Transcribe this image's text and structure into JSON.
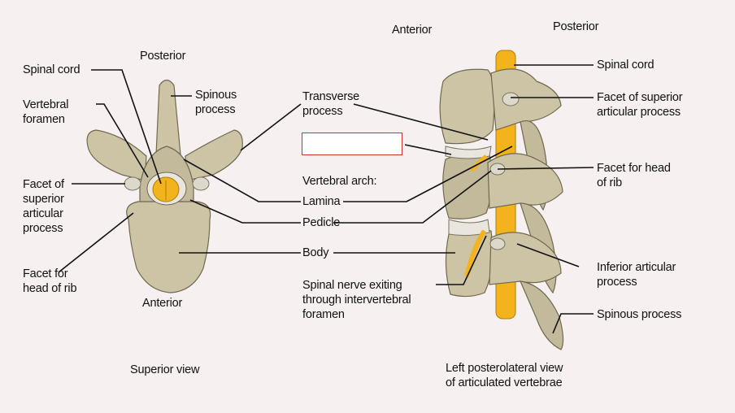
{
  "colors": {
    "bone": "#cdc4a6",
    "bone_shadow": "#a79e80",
    "spinal_cord": "#f2b31c",
    "answer_box_border": "#c9352d"
  },
  "superior_view": {
    "caption": "Superior view",
    "posterior": "Posterior",
    "anterior": "Anterior",
    "spinal_cord": "Spinal cord",
    "vertebral_foramen": [
      "Vertebral",
      "foramen"
    ],
    "spinous_process": [
      "Spinous",
      "process"
    ],
    "facet_superior_articular": [
      "Facet of",
      "superior",
      "articular",
      "process"
    ],
    "facet_head_rib": [
      "Facet for",
      "head of rib"
    ]
  },
  "center": {
    "anterior": "Anterior",
    "transverse_process": [
      "Transverse",
      "process"
    ],
    "answer_box": "",
    "vertebral_arch": "Vertebral arch:",
    "lamina": "Lamina",
    "pedicle": "Pedicle",
    "body": "Body",
    "spinal_nerve": [
      "Spinal nerve exiting",
      "through intervertebral",
      "foramen"
    ]
  },
  "lateral_view": {
    "posterior": "Posterior",
    "caption": [
      "Left posterolateral view",
      "of articulated vertebrae"
    ],
    "spinal_cord": "Spinal cord",
    "facet_superior_articular": [
      "Facet of superior",
      "articular process"
    ],
    "facet_head_rib": [
      "Facet for head",
      "of rib"
    ],
    "inferior_articular": [
      "Inferior articular",
      "process"
    ],
    "spinous_process": "Spinous process"
  }
}
